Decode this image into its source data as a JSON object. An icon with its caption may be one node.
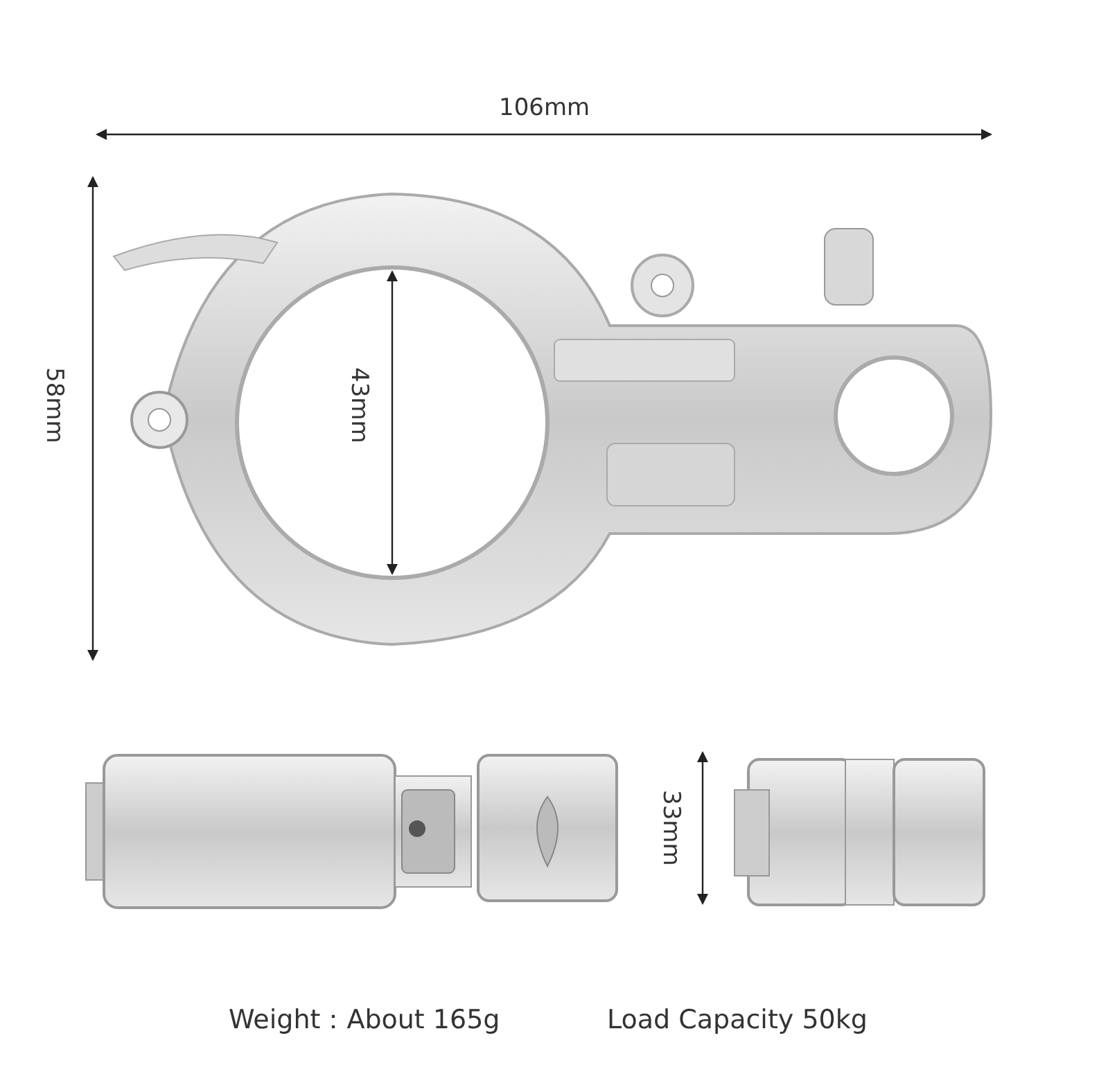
{
  "diagram": {
    "labels": [
      "106mm",
      "58mm",
      "43mm",
      "33mm",
      "Weight：About 165g",
      "Load Capacity 50kg"
    ]
  }
}
